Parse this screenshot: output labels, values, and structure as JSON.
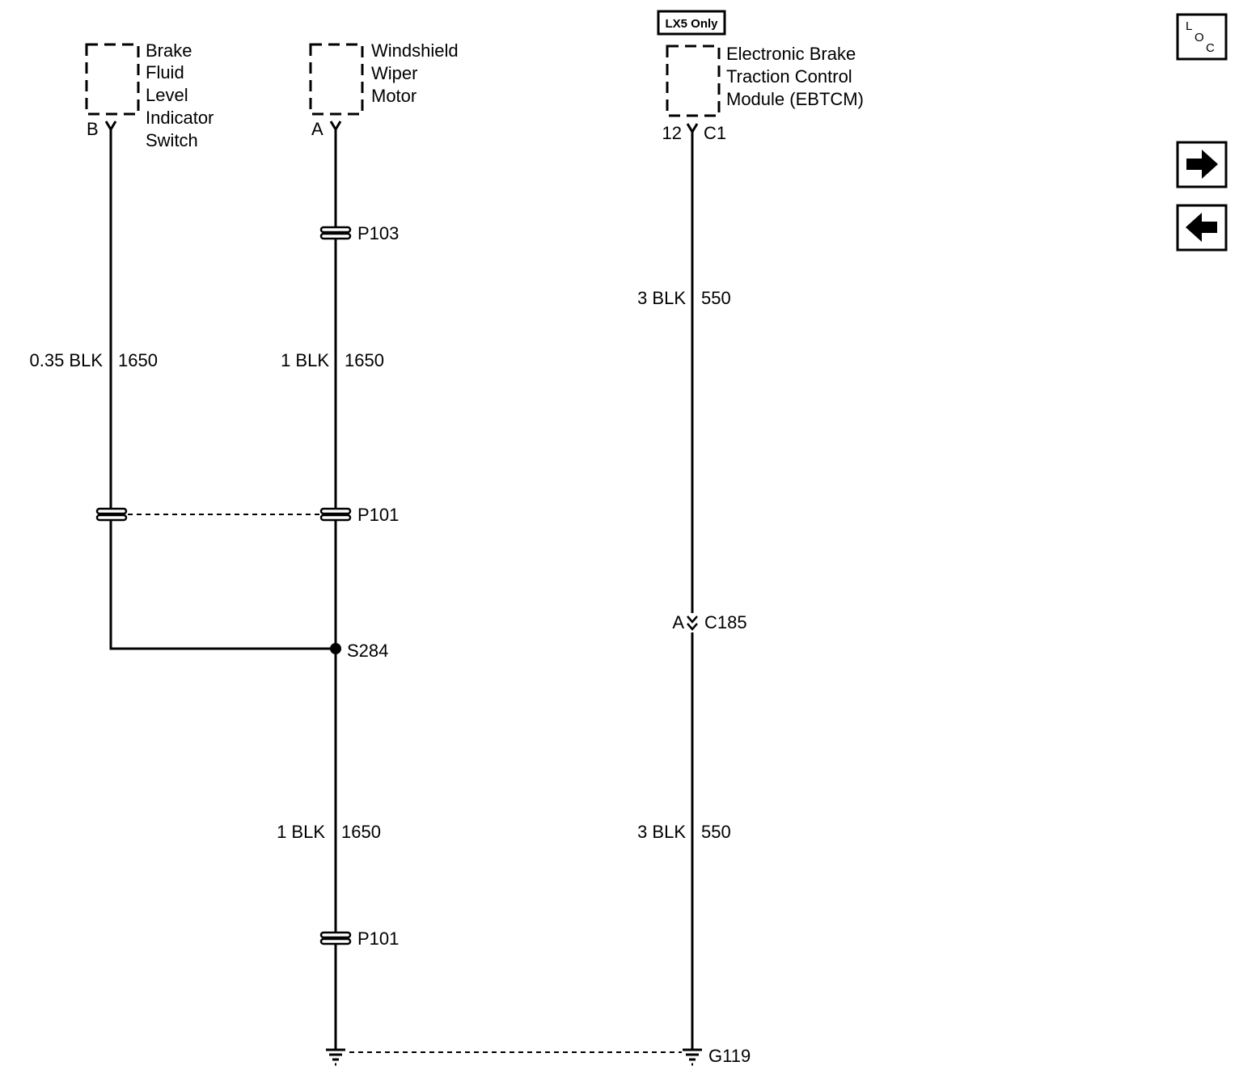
{
  "nav": {
    "loc_letters": [
      "L",
      "O",
      "C"
    ],
    "next_icon": "arrow-right-icon",
    "prev_icon": "arrow-left-icon"
  },
  "components": {
    "brake_fluid_switch": {
      "lines": [
        "Brake",
        "Fluid",
        "Level",
        "Indicator",
        "Switch"
      ],
      "pin": "B"
    },
    "wiper_motor": {
      "lines": [
        "Windshield",
        "Wiper",
        "Motor"
      ],
      "pin": "A"
    },
    "ebtcm": {
      "option": "LX5 Only",
      "lines": [
        "Electronic Brake",
        "Traction Control",
        "Module (EBTCM)"
      ],
      "pin": "12",
      "connector": "C1"
    }
  },
  "wires": {
    "brake_upper": {
      "size_color": "0.35 BLK",
      "circuit": "1650"
    },
    "wiper_upper": {
      "size_color": "1 BLK",
      "circuit": "1650"
    },
    "wiper_lower": {
      "size_color": "1 BLK",
      "circuit": "1650"
    },
    "ebtcm_upper": {
      "size_color": "3 BLK",
      "circuit": "550"
    },
    "ebtcm_lower": {
      "size_color": "3 BLK",
      "circuit": "550"
    }
  },
  "connectors": {
    "p103": "P103",
    "p101_upper": "P101",
    "p101_lower": "P101",
    "c185_pin": "A",
    "c185": "C185"
  },
  "splices": {
    "s284": "S284"
  },
  "grounds": {
    "g119": "G119"
  }
}
